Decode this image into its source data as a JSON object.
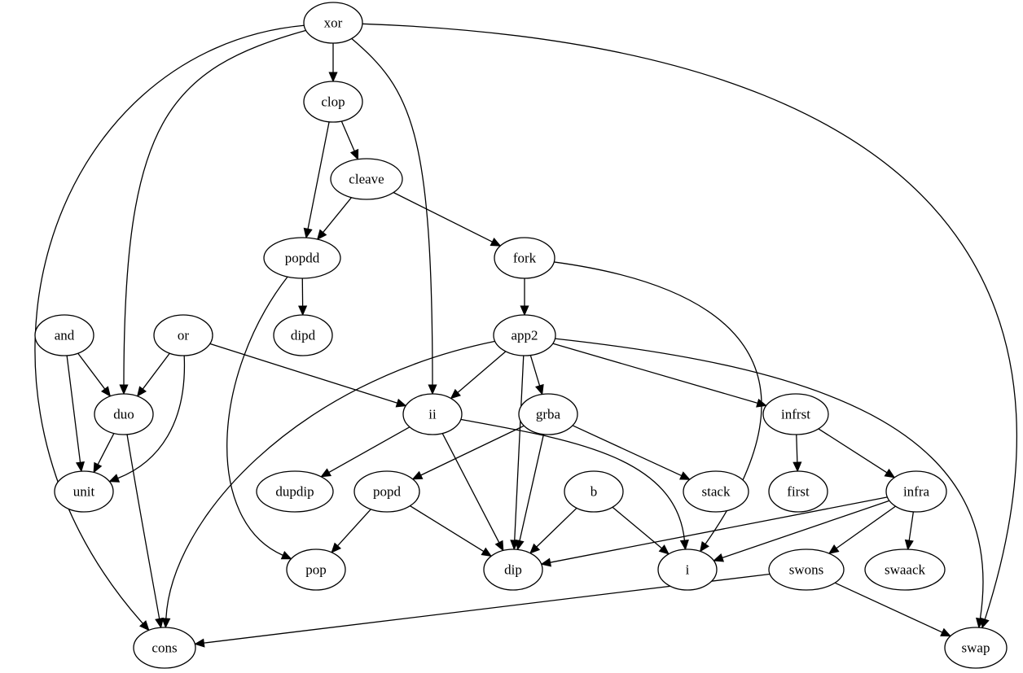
{
  "diagram": {
    "nodes": [
      {
        "id": "xor",
        "label": "xor"
      },
      {
        "id": "clop",
        "label": "clop"
      },
      {
        "id": "cleave",
        "label": "cleave"
      },
      {
        "id": "popdd",
        "label": "popdd"
      },
      {
        "id": "fork",
        "label": "fork"
      },
      {
        "id": "dipd",
        "label": "dipd"
      },
      {
        "id": "and",
        "label": "and"
      },
      {
        "id": "or",
        "label": "or"
      },
      {
        "id": "app2",
        "label": "app2"
      },
      {
        "id": "duo",
        "label": "duo"
      },
      {
        "id": "ii",
        "label": "ii"
      },
      {
        "id": "grba",
        "label": "grba"
      },
      {
        "id": "infrst",
        "label": "infrst"
      },
      {
        "id": "unit",
        "label": "unit"
      },
      {
        "id": "dupdip",
        "label": "dupdip"
      },
      {
        "id": "popd",
        "label": "popd"
      },
      {
        "id": "b",
        "label": "b"
      },
      {
        "id": "stack",
        "label": "stack"
      },
      {
        "id": "first",
        "label": "first"
      },
      {
        "id": "infra",
        "label": "infra"
      },
      {
        "id": "pop",
        "label": "pop"
      },
      {
        "id": "dip",
        "label": "dip"
      },
      {
        "id": "i",
        "label": "i"
      },
      {
        "id": "swons",
        "label": "swons"
      },
      {
        "id": "swaack",
        "label": "swaack"
      },
      {
        "id": "cons",
        "label": "cons"
      },
      {
        "id": "swap",
        "label": "swap"
      }
    ],
    "edges": [
      {
        "from": "xor",
        "to": "clop"
      },
      {
        "from": "xor",
        "to": "duo"
      },
      {
        "from": "xor",
        "to": "ii"
      },
      {
        "from": "xor",
        "to": "cons"
      },
      {
        "from": "xor",
        "to": "swap"
      },
      {
        "from": "clop",
        "to": "cleave"
      },
      {
        "from": "clop",
        "to": "popdd"
      },
      {
        "from": "cleave",
        "to": "popdd"
      },
      {
        "from": "cleave",
        "to": "fork"
      },
      {
        "from": "popdd",
        "to": "dipd"
      },
      {
        "from": "popdd",
        "to": "pop"
      },
      {
        "from": "fork",
        "to": "app2"
      },
      {
        "from": "fork",
        "to": "i"
      },
      {
        "from": "and",
        "to": "duo"
      },
      {
        "from": "and",
        "to": "unit"
      },
      {
        "from": "or",
        "to": "duo"
      },
      {
        "from": "or",
        "to": "unit"
      },
      {
        "from": "or",
        "to": "ii"
      },
      {
        "from": "duo",
        "to": "unit"
      },
      {
        "from": "duo",
        "to": "cons"
      },
      {
        "from": "app2",
        "to": "ii"
      },
      {
        "from": "app2",
        "to": "grba"
      },
      {
        "from": "app2",
        "to": "dip"
      },
      {
        "from": "app2",
        "to": "infrst"
      },
      {
        "from": "app2",
        "to": "swap"
      },
      {
        "from": "app2",
        "to": "cons"
      },
      {
        "from": "ii",
        "to": "dupdip"
      },
      {
        "from": "ii",
        "to": "dip"
      },
      {
        "from": "ii",
        "to": "i"
      },
      {
        "from": "grba",
        "to": "popd"
      },
      {
        "from": "grba",
        "to": "dip"
      },
      {
        "from": "grba",
        "to": "stack"
      },
      {
        "from": "infrst",
        "to": "first"
      },
      {
        "from": "infrst",
        "to": "infra"
      },
      {
        "from": "popd",
        "to": "pop"
      },
      {
        "from": "popd",
        "to": "dip"
      },
      {
        "from": "b",
        "to": "dip"
      },
      {
        "from": "b",
        "to": "i"
      },
      {
        "from": "infra",
        "to": "dip"
      },
      {
        "from": "infra",
        "to": "i"
      },
      {
        "from": "infra",
        "to": "swons"
      },
      {
        "from": "infra",
        "to": "swaack"
      },
      {
        "from": "swons",
        "to": "cons"
      },
      {
        "from": "swons",
        "to": "swap"
      }
    ]
  }
}
